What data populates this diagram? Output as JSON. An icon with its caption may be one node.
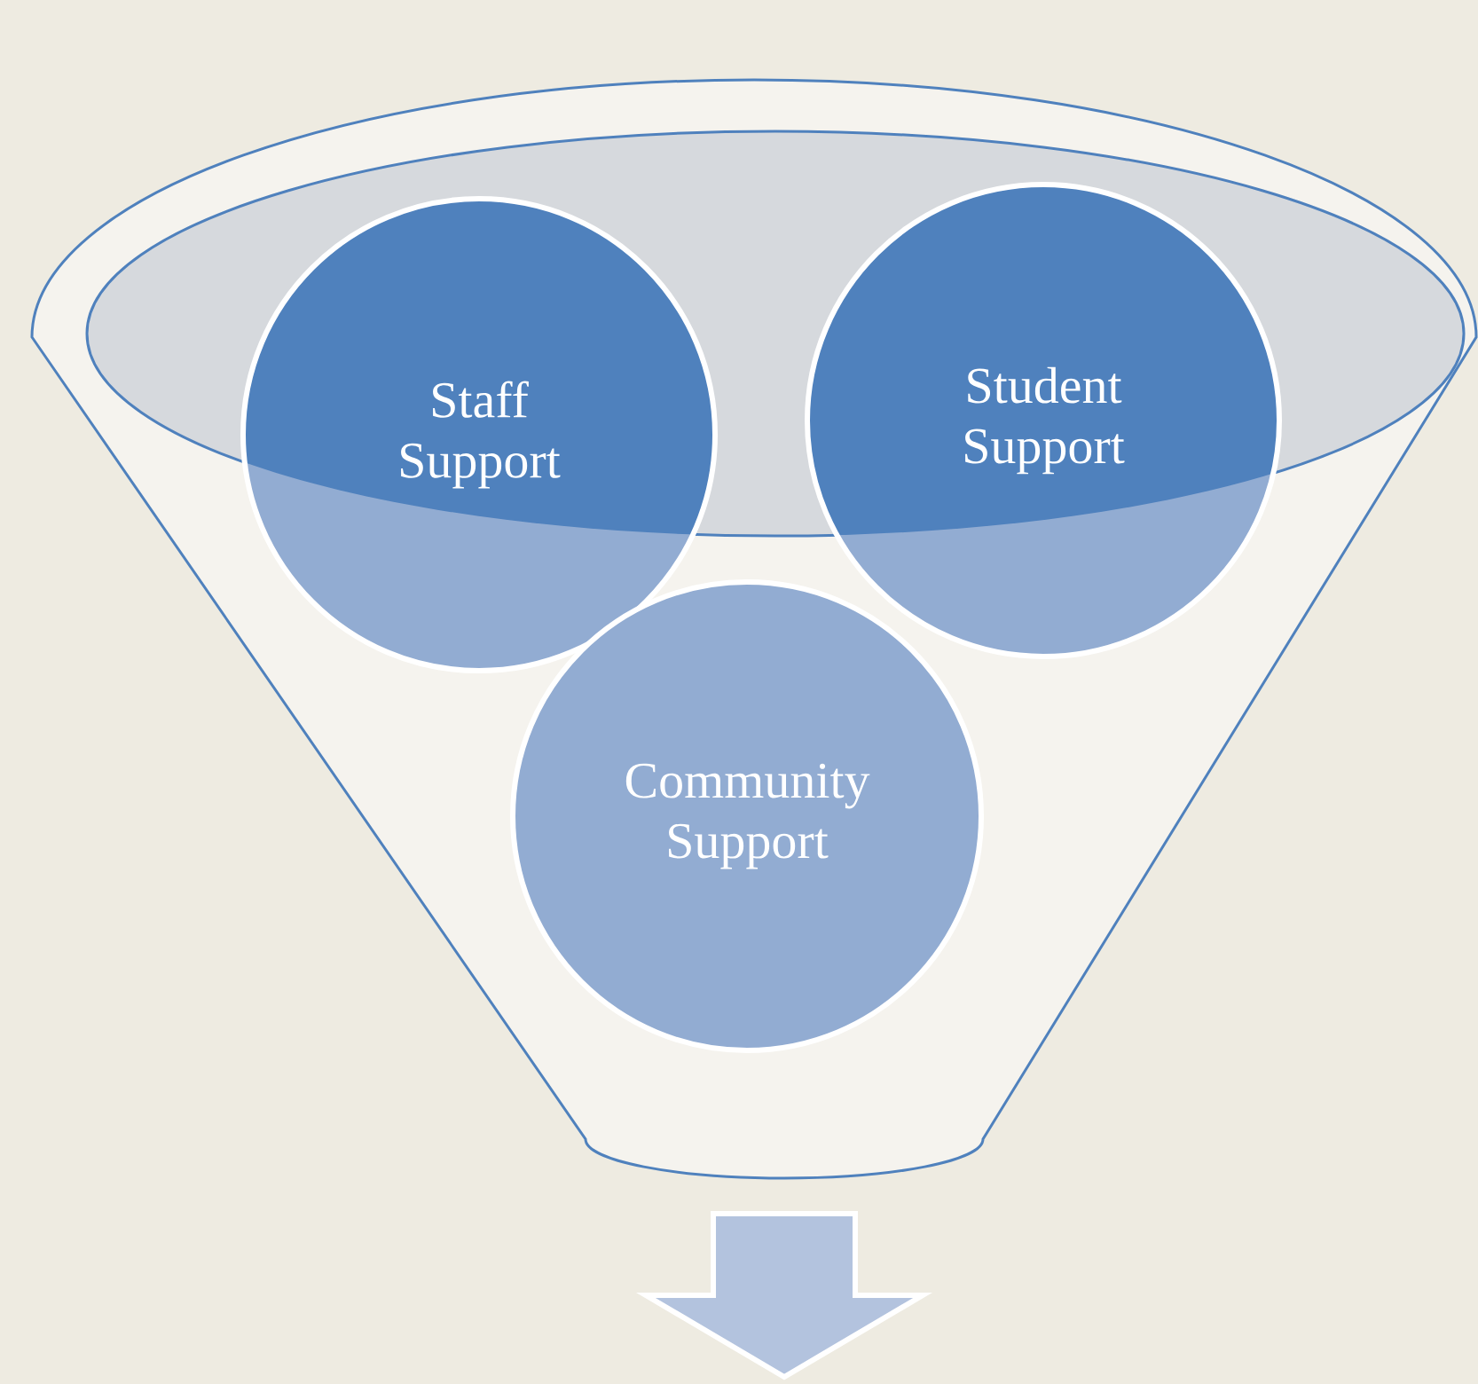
{
  "diagram": {
    "nodes": [
      {
        "text": [
          "Staff Support"
        ]
      },
      {
        "text": [
          "Student Support"
        ]
      },
      {
        "text": [
          "Community Support"
        ]
      }
    ]
  }
}
